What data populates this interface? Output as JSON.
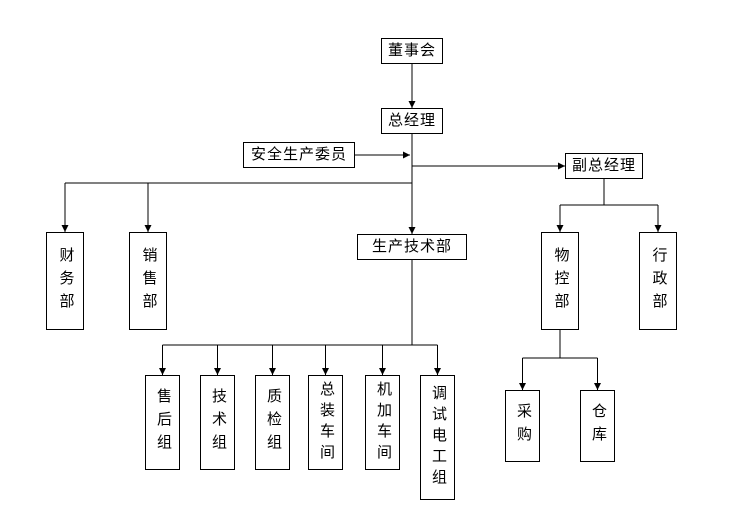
{
  "diagram": {
    "type": "org-chart",
    "background_color": "#ffffff",
    "line_color": "#000000",
    "box_border_color": "#000000",
    "nodes": {
      "board": {
        "label": "董事会"
      },
      "general_manager": {
        "label": "总经理"
      },
      "safety_committee": {
        "label": "安全生产委员"
      },
      "deputy_general_manager": {
        "label": "副总经理"
      },
      "finance_dept": {
        "label": "财务部"
      },
      "sales_dept": {
        "label": "销售部"
      },
      "production_technology_dept": {
        "label": "生产技术部"
      },
      "material_control_dept": {
        "label": "物控部"
      },
      "administration_dept": {
        "label": "行政部"
      },
      "after_sales_group": {
        "label": "售后组"
      },
      "technical_group": {
        "label": "技术组"
      },
      "quality_inspection_group": {
        "label": "质检组"
      },
      "assembly_workshop": {
        "label": "总装车间"
      },
      "machining_workshop": {
        "label": "机加车间"
      },
      "commissioning_electrician_group": {
        "label": "调试电工组"
      },
      "purchasing": {
        "label": "采购"
      },
      "warehouse": {
        "label": "仓库"
      }
    },
    "edges": [
      {
        "from": "board",
        "to": "general_manager",
        "arrow": true
      },
      {
        "from": "safety_committee",
        "to": "general_manager_trunk",
        "arrow": true
      },
      {
        "from": "general_manager",
        "to": "deputy_general_manager",
        "arrow": true
      },
      {
        "from": "general_manager",
        "to": "finance_dept",
        "arrow": true
      },
      {
        "from": "general_manager",
        "to": "sales_dept",
        "arrow": true
      },
      {
        "from": "general_manager",
        "to": "production_technology_dept",
        "arrow": true
      },
      {
        "from": "deputy_general_manager",
        "to": "material_control_dept",
        "arrow": true
      },
      {
        "from": "deputy_general_manager",
        "to": "administration_dept",
        "arrow": true
      },
      {
        "from": "production_technology_dept",
        "to": "after_sales_group",
        "arrow": true
      },
      {
        "from": "production_technology_dept",
        "to": "technical_group",
        "arrow": true
      },
      {
        "from": "production_technology_dept",
        "to": "quality_inspection_group",
        "arrow": true
      },
      {
        "from": "production_technology_dept",
        "to": "assembly_workshop",
        "arrow": true
      },
      {
        "from": "production_technology_dept",
        "to": "machining_workshop",
        "arrow": true
      },
      {
        "from": "production_technology_dept",
        "to": "commissioning_electrician_group",
        "arrow": true
      },
      {
        "from": "material_control_dept",
        "to": "purchasing",
        "arrow": true
      },
      {
        "from": "material_control_dept",
        "to": "warehouse",
        "arrow": true
      }
    ]
  }
}
